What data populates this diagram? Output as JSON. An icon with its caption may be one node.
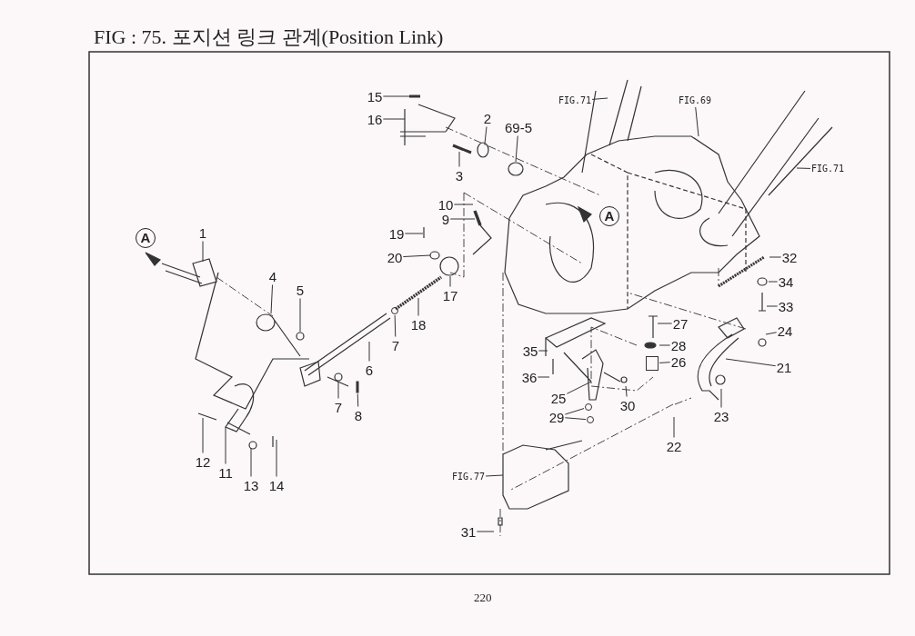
{
  "diagram": {
    "title": "FIG : 75. 포지션 링크 관계(Position Link)",
    "nodes": [
      {
        "text": [
          "15"
        ]
      },
      {
        "text": [
          "16"
        ]
      },
      {
        "text": [
          "2"
        ]
      },
      {
        "text": [
          "69-5"
        ]
      },
      {
        "text": [
          "3"
        ]
      },
      {
        "text": [
          "FIG.71"
        ]
      },
      {
        "text": [
          "FIG.69"
        ]
      },
      {
        "text": [
          "FIG.71"
        ]
      },
      {
        "text": [
          "10"
        ]
      },
      {
        "text": [
          "9"
        ]
      },
      {
        "text": [
          "19"
        ]
      },
      {
        "text": [
          "20"
        ]
      },
      {
        "text": [
          "1"
        ]
      },
      {
        "text": [
          "4"
        ]
      },
      {
        "text": [
          "5"
        ]
      },
      {
        "text": [
          "17"
        ]
      },
      {
        "text": [
          "18"
        ]
      },
      {
        "text": [
          "7"
        ]
      },
      {
        "text": [
          "6"
        ]
      },
      {
        "text": [
          "7"
        ]
      },
      {
        "text": [
          "8"
        ]
      },
      {
        "text": [
          "12"
        ]
      },
      {
        "text": [
          "11"
        ]
      },
      {
        "text": [
          "13"
        ]
      },
      {
        "text": [
          "14"
        ]
      },
      {
        "text": [
          "32"
        ]
      },
      {
        "text": [
          "34"
        ]
      },
      {
        "text": [
          "33"
        ]
      },
      {
        "text": [
          "27"
        ]
      },
      {
        "text": [
          "28"
        ]
      },
      {
        "text": [
          "24"
        ]
      },
      {
        "text": [
          "26"
        ]
      },
      {
        "text": [
          "35"
        ]
      },
      {
        "text": [
          "21"
        ]
      },
      {
        "text": [
          "36"
        ]
      },
      {
        "text": [
          "25"
        ]
      },
      {
        "text": [
          "30"
        ]
      },
      {
        "text": [
          "29"
        ]
      },
      {
        "text": [
          "23"
        ]
      },
      {
        "text": [
          "22"
        ]
      },
      {
        "text": [
          "FIG.77"
        ]
      },
      {
        "text": [
          "31"
        ]
      },
      {
        "text": [
          "A"
        ]
      },
      {
        "text": [
          "A"
        ]
      },
      {
        "text": [],
        "shape": "circle"
      },
      {
        "text": [],
        "shape": "bar"
      },
      {
        "text": [],
        "shape": "circle"
      },
      {
        "text": [],
        "shape": "circle"
      },
      {
        "text": [],
        "shape": "box"
      }
    ],
    "edges": [
      {
        "from": 0,
        "to": null,
        "arrow": "none"
      },
      {
        "from": 1,
        "to": null,
        "arrow": "none"
      },
      {
        "from": 2,
        "to": null,
        "arrow": "none"
      },
      {
        "from": 3,
        "to": null,
        "arrow": "none"
      },
      {
        "from": 4,
        "to": null,
        "arrow": "none"
      },
      {
        "from": 5,
        "to": null,
        "arrow": "none"
      },
      {
        "from": 6,
        "to": null,
        "arrow": "none"
      },
      {
        "from": 7,
        "to": null,
        "arrow": "none"
      },
      {
        "from": 8,
        "to": null,
        "arrow": "none"
      },
      {
        "from": 9,
        "to": null,
        "arrow": "none"
      },
      {
        "from": 10,
        "to": null,
        "arrow": "none"
      },
      {
        "from": 11,
        "to": null,
        "arrow": "none"
      },
      {
        "from": 12,
        "to": null,
        "arrow": "none"
      },
      {
        "from": 13,
        "to": null,
        "arrow": "none"
      },
      {
        "from": 14,
        "to": null,
        "arrow": "none"
      },
      {
        "from": 15,
        "to": null,
        "arrow": "none"
      },
      {
        "from": 16,
        "to": null,
        "arrow": "none"
      },
      {
        "from": 17,
        "to": 44,
        "arrow": "none"
      },
      {
        "from": 18,
        "to": null,
        "arrow": "none"
      },
      {
        "from": 19,
        "to": null,
        "arrow": "none"
      },
      {
        "from": 20,
        "to": 45,
        "arrow": "none"
      },
      {
        "from": 21,
        "to": null,
        "arrow": "none"
      },
      {
        "from": 22,
        "to": null,
        "arrow": "none"
      },
      {
        "from": 23,
        "to": null,
        "arrow": "none"
      },
      {
        "from": 24,
        "to": null,
        "arrow": "none"
      },
      {
        "from": 25,
        "to": null,
        "arrow": "none"
      },
      {
        "from": 26,
        "to": null,
        "arrow": "none"
      },
      {
        "from": 27,
        "to": null,
        "arrow": "none"
      },
      {
        "from": 28,
        "to": null,
        "arrow": "none"
      },
      {
        "from": 29,
        "to": null,
        "arrow": "none"
      },
      {
        "from": 30,
        "to": null,
        "arrow": "none"
      },
      {
        "from": 31,
        "to": 48,
        "arrow": "none"
      },
      {
        "from": 32,
        "to": null,
        "arrow": "none"
      },
      {
        "from": 33,
        "to": null,
        "arrow": "none"
      },
      {
        "from": 34,
        "to": null,
        "arrow": "none"
      },
      {
        "from": 35,
        "to": null,
        "arrow": "none"
      },
      {
        "from": 36,
        "to": null,
        "arrow": "none"
      },
      {
        "from": 37,
        "to": 46,
        "arrow": "none"
      },
      {
        "from": 37,
        "to": 47,
        "arrow": "none"
      },
      {
        "from": 38,
        "to": null,
        "arrow": "none"
      },
      {
        "from": 39,
        "to": null,
        "arrow": "none"
      },
      {
        "from": 40,
        "to": null,
        "arrow": "none"
      },
      {
        "from": 41,
        "to": null,
        "arrow": "none"
      }
    ],
    "labels": [
      "220"
    ]
  }
}
